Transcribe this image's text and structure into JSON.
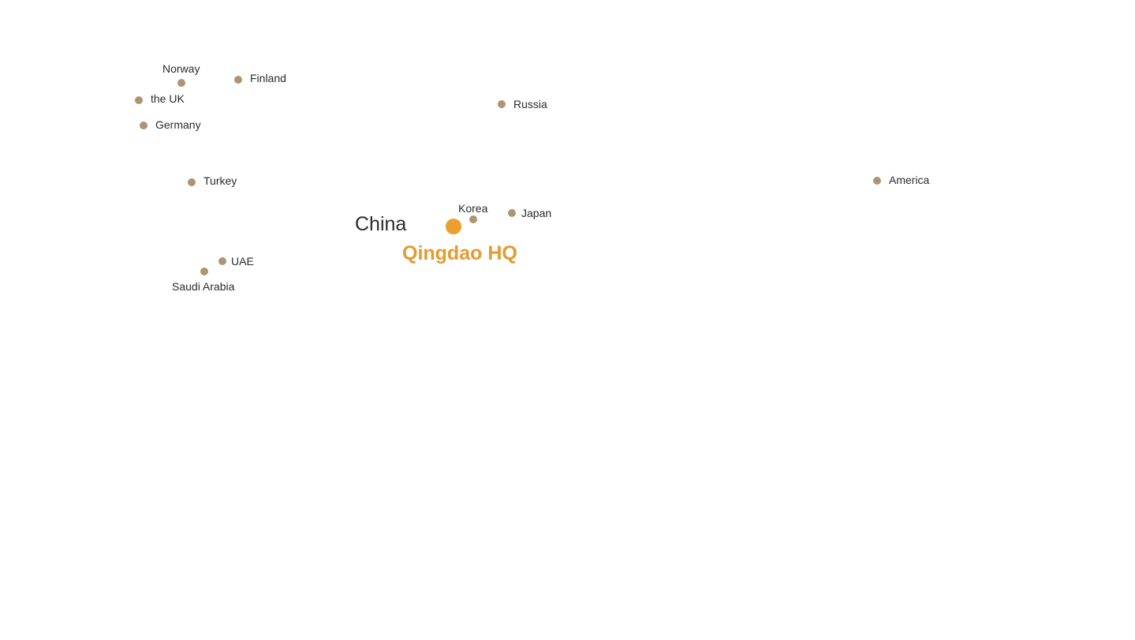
{
  "colors": {
    "office_marker": "#ad9473",
    "hq_marker": "#ec9e2e",
    "hq_label": "#e59a2f",
    "text": "#2b2b2b"
  },
  "region_label": "China",
  "headquarters": {
    "label": "Qingdao HQ"
  },
  "offices": [
    {
      "id": "norway",
      "label": "Norway"
    },
    {
      "id": "finland",
      "label": "Finland"
    },
    {
      "id": "the-uk",
      "label": "the UK"
    },
    {
      "id": "germany",
      "label": "Germany"
    },
    {
      "id": "russia",
      "label": "Russia"
    },
    {
      "id": "turkey",
      "label": "Turkey"
    },
    {
      "id": "america",
      "label": "America"
    },
    {
      "id": "korea",
      "label": "Korea"
    },
    {
      "id": "japan",
      "label": "Japan"
    },
    {
      "id": "uae",
      "label": "UAE"
    },
    {
      "id": "saudi-arabia",
      "label": "Saudi Arabia"
    }
  ]
}
